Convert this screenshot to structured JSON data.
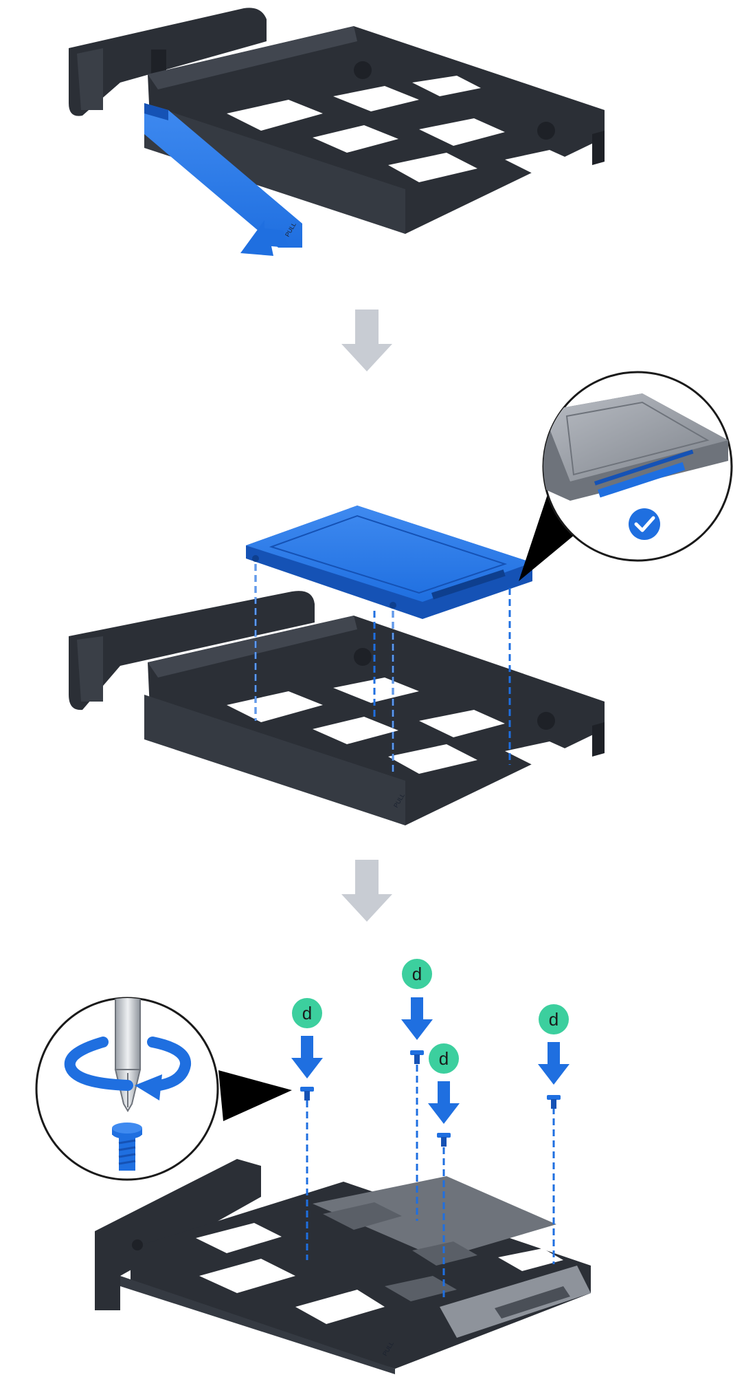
{
  "figure": {
    "steps": [
      {
        "id": 1,
        "caption": "",
        "action": "remove-side-rail"
      },
      {
        "id": 2,
        "caption": "",
        "action": "place-drive-on-tray"
      },
      {
        "id": 3,
        "caption": "",
        "action": "fasten-screws"
      }
    ],
    "tray_label": "PULL",
    "screw_label": "d",
    "screw_count": 4,
    "colors": {
      "tray_dark": "#2b2f36",
      "tray_edge": "#41464f",
      "tray_hole": "#ffffff",
      "accent_blue": "#1f6fe0",
      "accent_blue_dark": "#1552b5",
      "screw_badge": "#3ccf9e",
      "step_arrow": "#c8ccd3",
      "drive_grey": "#8e939b",
      "guide_line": "#1f6fe0"
    },
    "icons": [
      "arrow-left-icon",
      "step-arrow-icon",
      "checkmark-icon",
      "rotate-icon",
      "screwdriver-icon",
      "screw-icon"
    ]
  }
}
